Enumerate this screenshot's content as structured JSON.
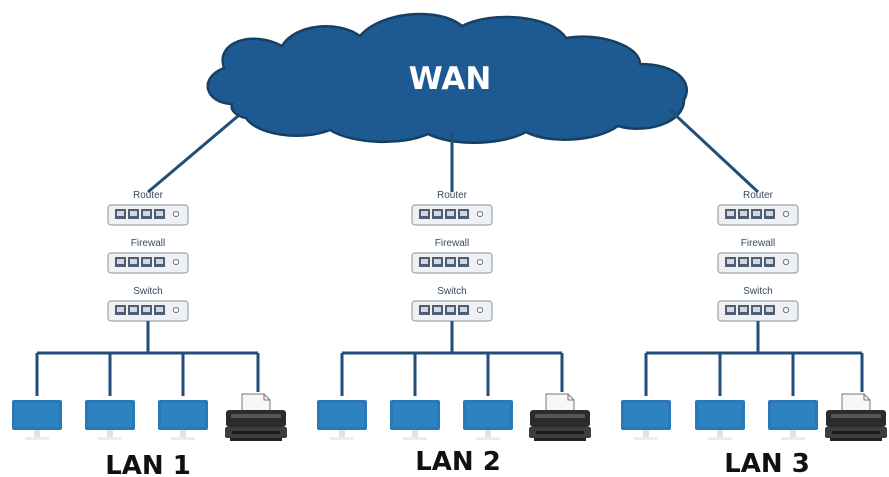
{
  "wan": {
    "label": "WAN"
  },
  "lans": [
    {
      "label": "LAN 1",
      "devices": [
        "Router",
        "Firewall",
        "Switch"
      ]
    },
    {
      "label": "LAN 2",
      "devices": [
        "Router",
        "Firewall",
        "Switch"
      ]
    },
    {
      "label": "LAN 3",
      "devices": [
        "Router",
        "Firewall",
        "Switch"
      ]
    }
  ],
  "colors": {
    "cloud_fill": "#1d5a91",
    "cloud_stroke": "#163f63",
    "link_line": "#1f4e79",
    "monitor_fill": "#2a78b5",
    "device_fill": "#eef0f4",
    "device_port": "#4f5e72"
  },
  "icons": [
    "cloud-icon",
    "router-icon",
    "firewall-icon",
    "switch-icon",
    "monitor-icon",
    "printer-icon"
  ]
}
